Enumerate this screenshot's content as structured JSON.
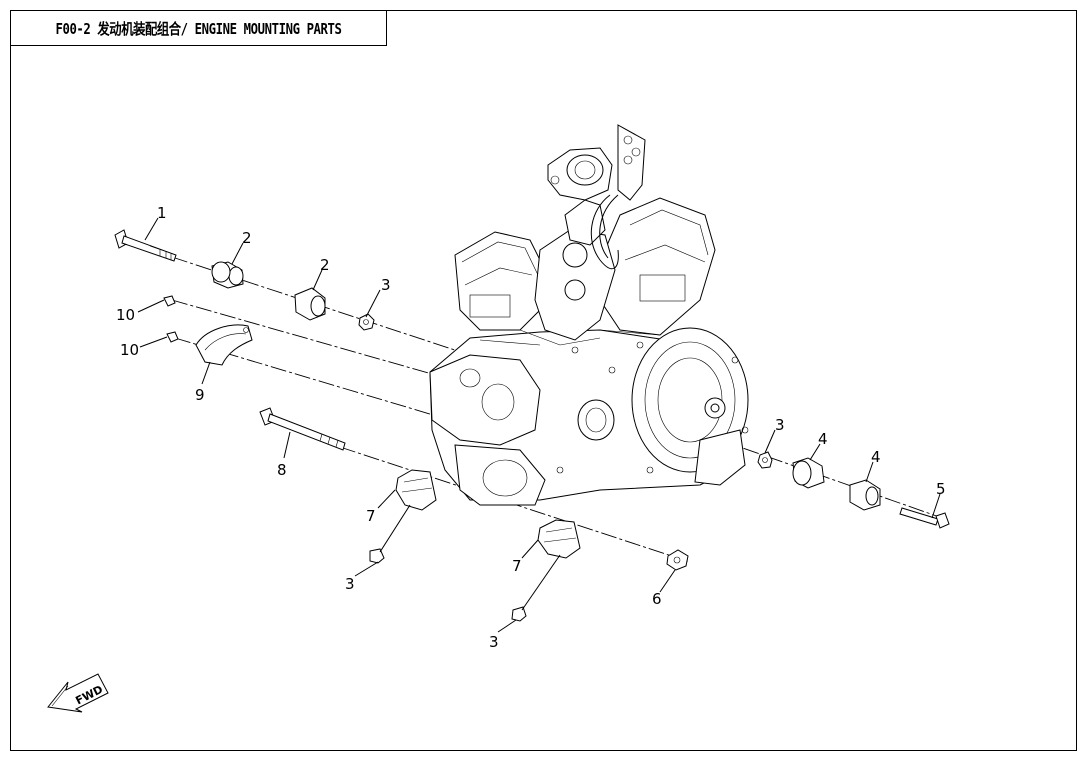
{
  "title": "F00-2 发动机装配组合/ ENGINE MOUNTING PARTS",
  "fwd_label": "FWD",
  "callouts": {
    "c1": "1",
    "c2a": "2",
    "c2b": "2",
    "c3a": "3",
    "c3b": "3",
    "c3c": "3",
    "c3d": "3",
    "c4a": "4",
    "c4b": "4",
    "c5": "5",
    "c6": "6",
    "c7a": "7",
    "c7b": "7",
    "c8": "8",
    "c9": "9",
    "c10a": "10",
    "c10b": "10"
  }
}
